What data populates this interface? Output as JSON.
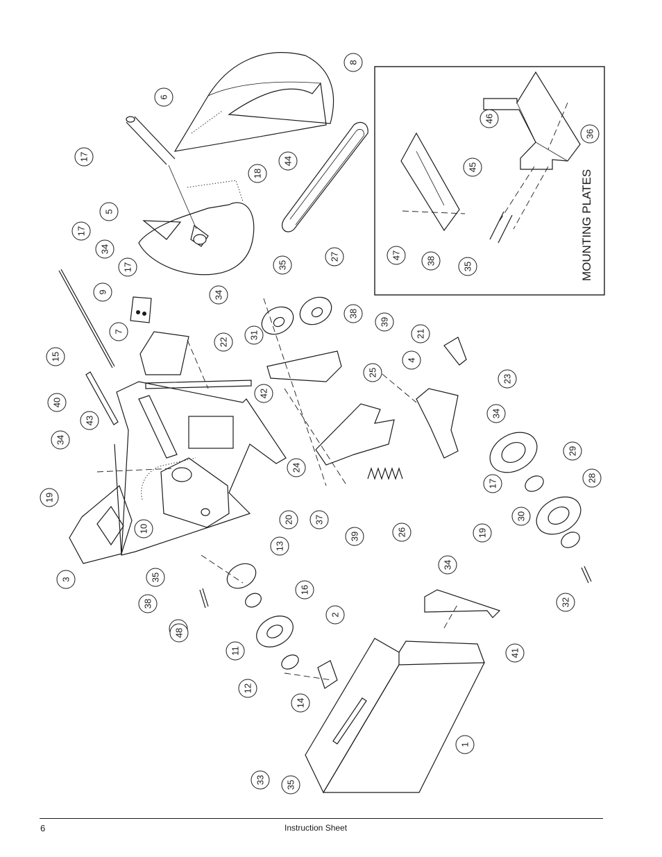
{
  "inset": {
    "title": "MOUNTING PLATES"
  },
  "callouts": [
    "1",
    "2",
    "3",
    "4",
    "5",
    "6",
    "7",
    "8",
    "9",
    "10",
    "11",
    "12",
    "13",
    "14",
    "15",
    "16",
    "17",
    "17",
    "17",
    "17",
    "18",
    "19",
    "19",
    "20",
    "21",
    "22",
    "23",
    "24",
    "25",
    "26",
    "27",
    "28",
    "29",
    "30",
    "31",
    "32",
    "33",
    "34",
    "34",
    "34",
    "34",
    "34",
    "35",
    "35",
    "35",
    "36",
    "37",
    "38",
    "38",
    "38",
    "39",
    "39",
    "40",
    "41",
    "42",
    "43",
    "44",
    "45",
    "46",
    "47",
    "48",
    "35",
    "38"
  ],
  "footer": {
    "page_number": "6",
    "title": "Instruction Sheet"
  }
}
